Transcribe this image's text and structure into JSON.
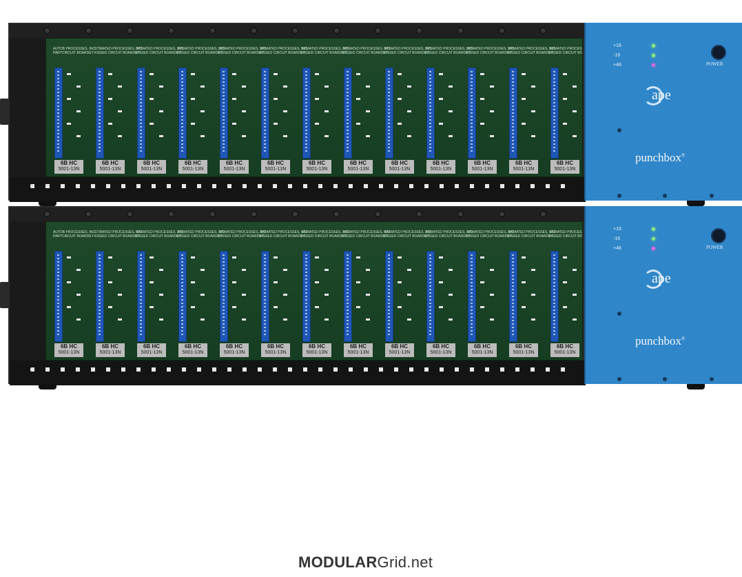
{
  "racks": [
    {
      "psu": {
        "leds": [
          {
            "label": "+16",
            "color": "#8cf07a"
          },
          {
            "label": "-16",
            "color": "#8cf07a"
          },
          {
            "label": "+48",
            "color": "#e06adf"
          }
        ],
        "power_label": "POWER",
        "logo_text": "ape",
        "brand_name": "punchbox",
        "brand_mark": "®"
      },
      "slots": [
        {
          "header": "AUTOB PROCESSES, INC",
          "sub": "PARTCIRCUIT BOARDEY",
          "label": "6B HC",
          "part": "5001-13N"
        },
        {
          "header": "STIMATED PROCESSES, INC",
          "sub": "KISSED CIRCUIT BOARDEY",
          "label": "6B HC",
          "part": "5001-13N"
        },
        {
          "header": "STIMATED PROCESSES, INC",
          "sub": "KISSED CIRCUIT BOARDEY",
          "label": "6B HC",
          "part": "5001-13N"
        },
        {
          "header": "STIMATED PROCESSES, INC",
          "sub": "KISSED CIRCUIT BOARDEY",
          "label": "6B HC",
          "part": "5001-13N"
        },
        {
          "header": "STIMATED PROCESSES, INC",
          "sub": "KISSED CIRCUIT BOARDEY",
          "label": "6B HC",
          "part": "5001-13N"
        },
        {
          "header": "STIMATED PROCESSES, INC",
          "sub": "KISSED CIRCUIT BOARDEY",
          "label": "6B HC",
          "part": "5001-13N"
        },
        {
          "header": "STIMATED PROCESSES, INC",
          "sub": "KISSED CIRCUIT BOARDEY",
          "label": "6B HC",
          "part": "5001-13N"
        },
        {
          "header": "STIMATED PROCESSES, INC",
          "sub": "KISSED CIRCUIT BOARDEY",
          "label": "6B HC",
          "part": "5001-13N"
        },
        {
          "header": "STIMATED PROCESSES, INC",
          "sub": "KISSED CIRCUIT BOARDEY",
          "label": "6B HC",
          "part": "5001-13N"
        },
        {
          "header": "STIMATED PROCESSES, INC",
          "sub": "KISSED CIRCUIT BOARDEY",
          "label": "6B HC",
          "part": "5001-13N"
        },
        {
          "header": "STIMATED PROCESSES, INC",
          "sub": "KISSED CIRCUIT BOARDEY",
          "label": "6B HC",
          "part": "5001-13N"
        },
        {
          "header": "STIMATED PROCESSES, INC",
          "sub": "KISSED CIRCUIT BOARDEY",
          "label": "6B HC",
          "part": "5001-13N"
        },
        {
          "header": "STIMATED PROCESSES, INC",
          "sub": "KISSED CIRCUIT BOARDEY",
          "label": "6B HC",
          "part": "5001-13N"
        }
      ]
    },
    {
      "psu": {
        "leds": [
          {
            "label": "+16",
            "color": "#8cf07a"
          },
          {
            "label": "-16",
            "color": "#8cf07a"
          },
          {
            "label": "+48",
            "color": "#e06adf"
          }
        ],
        "power_label": "POWER",
        "logo_text": "ape",
        "brand_name": "punchbox",
        "brand_mark": "®"
      },
      "slots": [
        {
          "header": "AUTOB PROCESSES, INC",
          "sub": "PARTCIRCUIT BOARDEY",
          "label": "6B HC",
          "part": "5001-13N"
        },
        {
          "header": "STIMATED PROCESSES, INC",
          "sub": "KISSED CIRCUIT BOARDEY",
          "label": "6B HC",
          "part": "5001-13N"
        },
        {
          "header": "STIMATED PROCESSES, INC",
          "sub": "KISSED CIRCUIT BOARDEY",
          "label": "6B HC",
          "part": "5001-13N"
        },
        {
          "header": "STIMATED PROCESSES, INC",
          "sub": "KISSED CIRCUIT BOARDEY",
          "label": "6B HC",
          "part": "5001-13N"
        },
        {
          "header": "STIMATED PROCESSES, INC",
          "sub": "KISSED CIRCUIT BOARDEY",
          "label": "6B HC",
          "part": "5001-13N"
        },
        {
          "header": "STIMATED PROCESSES, INC",
          "sub": "KISSED CIRCUIT BOARDEY",
          "label": "6B HC",
          "part": "5001-13N"
        },
        {
          "header": "STIMATED PROCESSES, INC",
          "sub": "KISSED CIRCUIT BOARDEY",
          "label": "6B HC",
          "part": "5001-13N"
        },
        {
          "header": "STIMATED PROCESSES, INC",
          "sub": "KISSED CIRCUIT BOARDEY",
          "label": "6B HC",
          "part": "5001-13N"
        },
        {
          "header": "STIMATED PROCESSES, INC",
          "sub": "KISSED CIRCUIT BOARDEY",
          "label": "6B HC",
          "part": "5001-13N"
        },
        {
          "header": "STIMATED PROCESSES, INC",
          "sub": "KISSED CIRCUIT BOARDEY",
          "label": "6B HC",
          "part": "5001-13N"
        },
        {
          "header": "STIMATED PROCESSES, INC",
          "sub": "KISSED CIRCUIT BOARDEY",
          "label": "6B HC",
          "part": "5001-13N"
        },
        {
          "header": "STIMATED PROCESSES, INC",
          "sub": "KISSED CIRCUIT BOARDEY",
          "label": "6B HC",
          "part": "5001-13N"
        },
        {
          "header": "STIMATED PROCESSES, INC",
          "sub": "KISSED CIRCUIT BOARDEY",
          "label": "6B HC",
          "part": "5001-13N"
        }
      ]
    }
  ],
  "footer": {
    "brand_bold": "MODULAR",
    "brand_rest": "Grid.net"
  }
}
